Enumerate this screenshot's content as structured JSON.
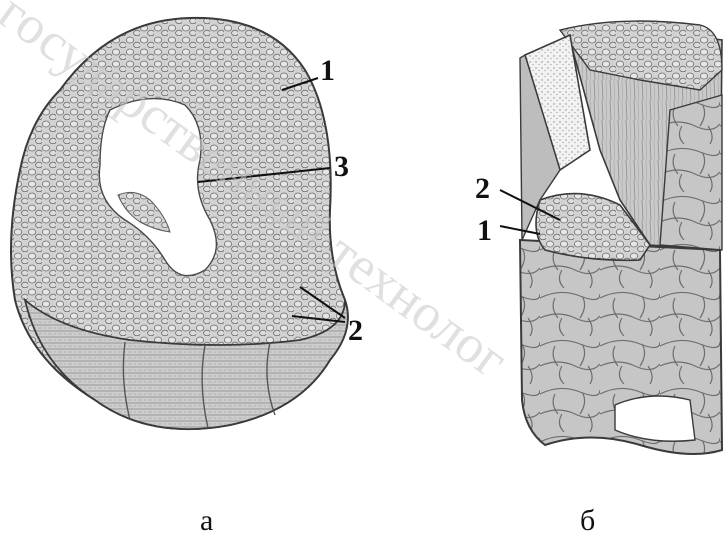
{
  "figure_a": {
    "callouts": {
      "c1": "1",
      "c2": "2",
      "c3": "3"
    },
    "caption": "а"
  },
  "figure_b": {
    "callouts": {
      "c1": "1",
      "c2": "2"
    },
    "caption": "б"
  },
  "watermark": "государственный технолог",
  "colors": {
    "tissue_fill": "#cfcfcf",
    "tissue_dark": "#9a9a9a",
    "outline": "#3a3a3a",
    "cavity": "#ffffff",
    "watermark": "#c8c8c8"
  }
}
